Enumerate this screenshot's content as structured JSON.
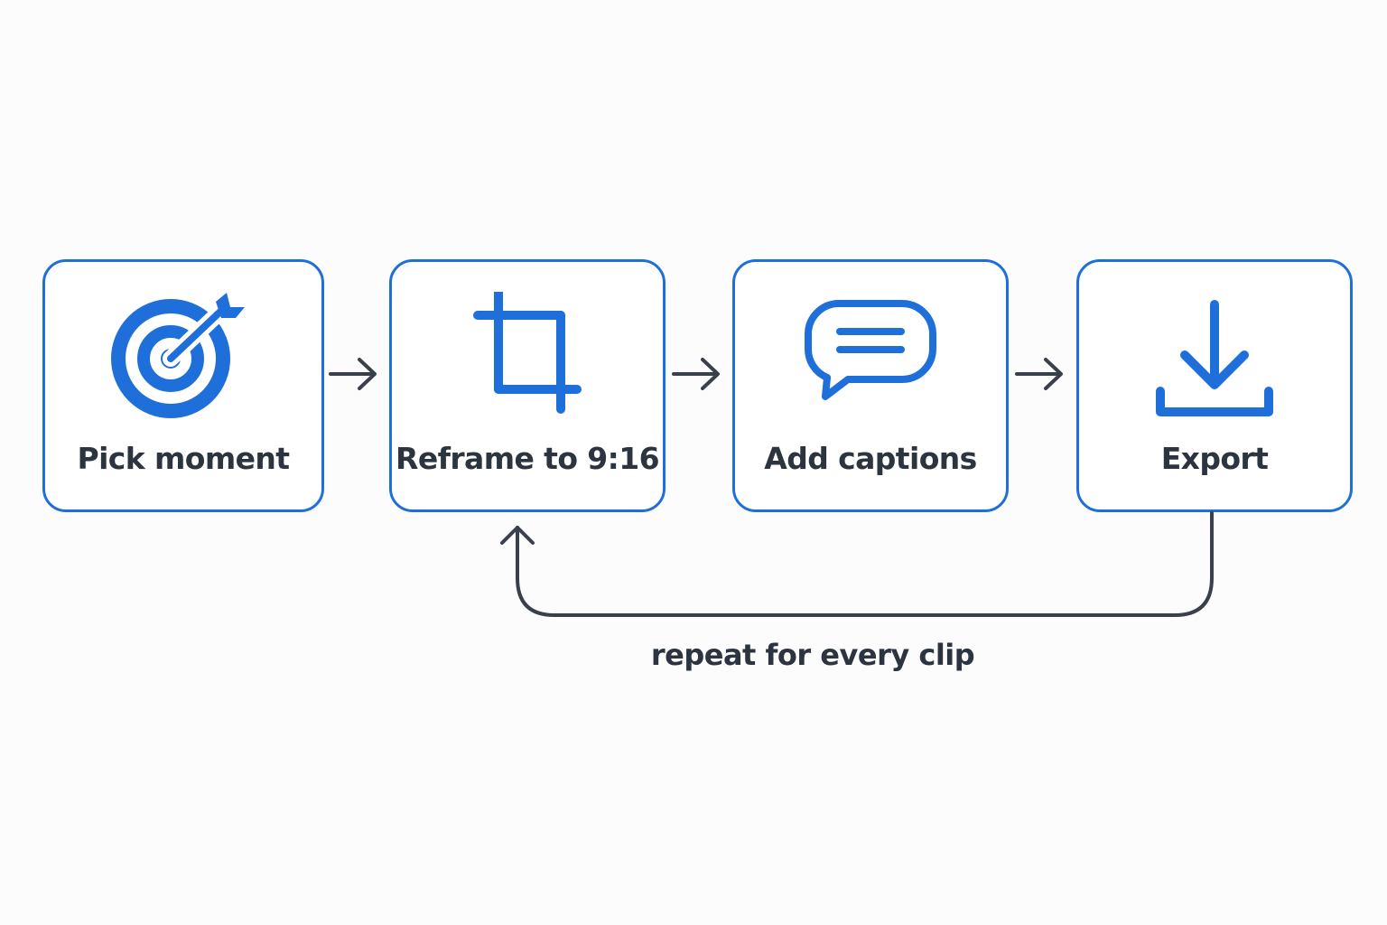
{
  "diagram": {
    "steps": [
      {
        "label": "Pick moment",
        "icon": "target-icon"
      },
      {
        "label": "Reframe to 9:16",
        "icon": "crop-icon"
      },
      {
        "label": "Add captions",
        "icon": "speech-bubble-icon"
      },
      {
        "label": "Export",
        "icon": "download-icon"
      }
    ],
    "loop_label": "repeat for every clip",
    "colors": {
      "accent": "#1f6fdb",
      "text": "#2c3440",
      "connector": "#3a404a",
      "background": "#fcfcfd"
    }
  }
}
